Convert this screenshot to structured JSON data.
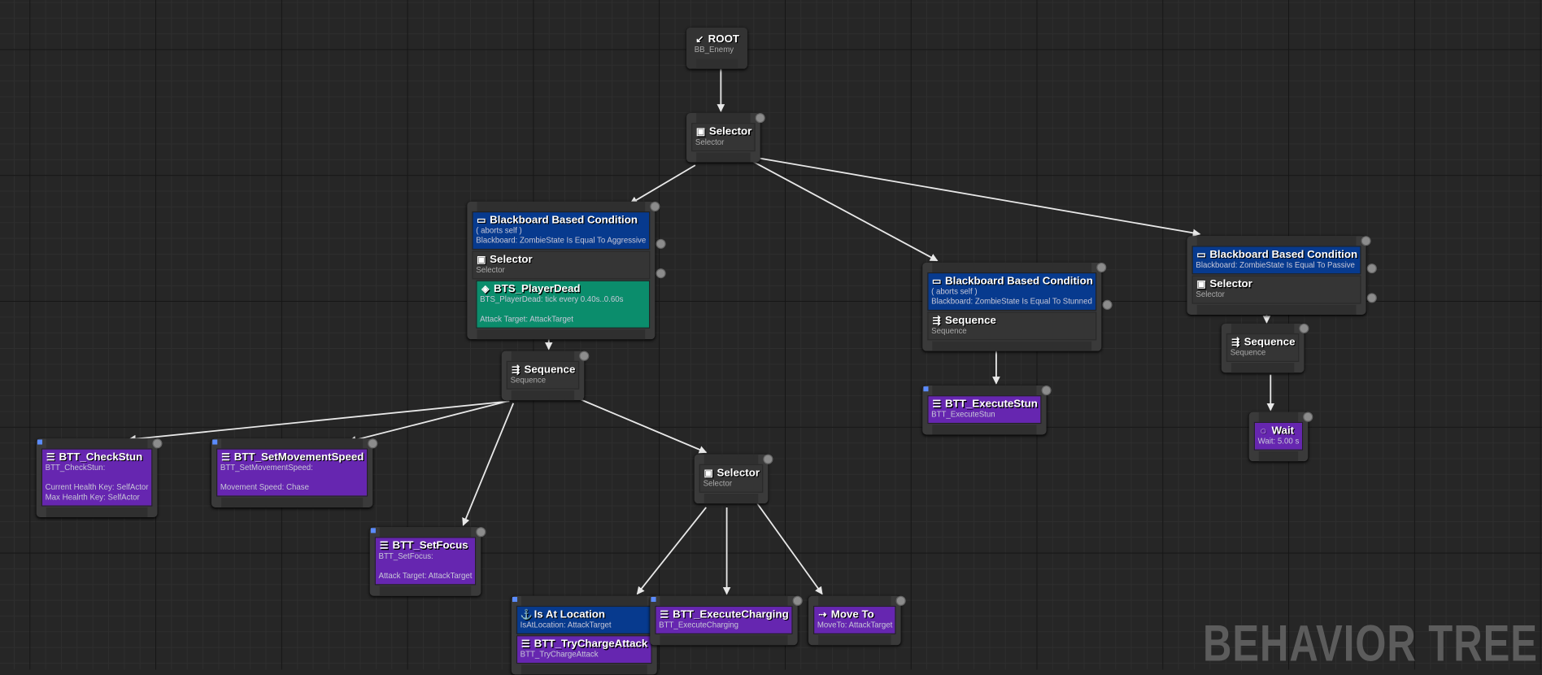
{
  "watermark": "BEHAVIOR TREE",
  "colors": {
    "decorator": "#073a8e",
    "composite": "#353535",
    "task": "#6626b0",
    "service": "#0b8d6c",
    "edge": "#e8e8e8"
  },
  "nodes": [
    {
      "id": "root",
      "sections": [
        {
          "kind": "root",
          "icon": "root-icon",
          "title": "ROOT",
          "lines": [
            "BB_Enemy"
          ]
        }
      ]
    },
    {
      "id": "selector-main",
      "sections": [
        {
          "kind": "composite",
          "icon": "selector-icon",
          "title": "Selector",
          "lines": [
            "Selector"
          ]
        }
      ]
    },
    {
      "id": "aggressive-branch",
      "sections": [
        {
          "kind": "decorator",
          "icon": "blackboard-icon",
          "title": "Blackboard Based Condition",
          "lines": [
            "( aborts self )",
            "Blackboard: ZombieState Is Equal To Aggressive"
          ]
        },
        {
          "kind": "composite",
          "icon": "selector-icon",
          "title": "Selector",
          "lines": [
            "Selector"
          ]
        },
        {
          "kind": "service",
          "icon": "service-icon",
          "title": "BTS_PlayerDead",
          "lines": [
            "BTS_PlayerDead: tick every 0.40s..0.60s",
            "",
            "Attack Target: AttackTarget"
          ]
        }
      ]
    },
    {
      "id": "sequence-left",
      "sections": [
        {
          "kind": "composite",
          "icon": "sequence-icon",
          "title": "Sequence",
          "lines": [
            "Sequence"
          ]
        }
      ]
    },
    {
      "id": "check-stun",
      "sections": [
        {
          "kind": "task",
          "icon": "task-icon",
          "title": "BTT_CheckStun",
          "lines": [
            "BTT_CheckStun:",
            "",
            "Current Health Key: SelfActor",
            "Max Healrth Key: SelfActor"
          ]
        }
      ]
    },
    {
      "id": "set-movement-speed",
      "sections": [
        {
          "kind": "task",
          "icon": "task-icon",
          "title": "BTT_SetMovementSpeed",
          "lines": [
            "BTT_SetMovementSpeed:",
            "",
            "Movement Speed: Chase"
          ]
        }
      ]
    },
    {
      "id": "set-focus",
      "sections": [
        {
          "kind": "task",
          "icon": "task-icon",
          "title": "BTT_SetFocus",
          "lines": [
            "BTT_SetFocus:",
            "",
            "Attack Target: AttackTarget"
          ]
        }
      ]
    },
    {
      "id": "selector-charge",
      "sections": [
        {
          "kind": "composite",
          "icon": "selector-icon",
          "title": "Selector",
          "lines": [
            "Selector"
          ]
        }
      ]
    },
    {
      "id": "try-charge-attack",
      "sections": [
        {
          "kind": "decorator",
          "icon": "location-icon",
          "title": "Is At Location",
          "lines": [
            "IsAtLocation: AttackTarget"
          ]
        },
        {
          "kind": "task",
          "icon": "task-icon",
          "title": "BTT_TryChargeAttack",
          "lines": [
            "BTT_TryChargeAttack"
          ]
        }
      ]
    },
    {
      "id": "execute-charging",
      "sections": [
        {
          "kind": "task",
          "icon": "task-icon",
          "title": "BTT_ExecuteCharging",
          "lines": [
            "BTT_ExecuteCharging"
          ]
        }
      ]
    },
    {
      "id": "move-to",
      "sections": [
        {
          "kind": "task",
          "icon": "move-icon",
          "title": "Move To",
          "lines": [
            "MoveTo: AttackTarget"
          ]
        }
      ]
    },
    {
      "id": "stunned-branch",
      "sections": [
        {
          "kind": "decorator",
          "icon": "blackboard-icon",
          "title": "Blackboard Based Condition",
          "lines": [
            "( aborts self )",
            "Blackboard: ZombieState Is Equal To Stunned"
          ]
        },
        {
          "kind": "composite",
          "icon": "sequence-icon",
          "title": "Sequence",
          "lines": [
            "Sequence"
          ]
        }
      ]
    },
    {
      "id": "execute-stun",
      "sections": [
        {
          "kind": "task",
          "icon": "task-icon",
          "title": "BTT_ExecuteStun",
          "lines": [
            "BTT_ExecuteStun"
          ]
        }
      ]
    },
    {
      "id": "passive-branch",
      "sections": [
        {
          "kind": "decorator",
          "icon": "blackboard-icon",
          "title": "Blackboard Based Condition",
          "lines": [
            "Blackboard: ZombieState Is Equal To Passive"
          ]
        },
        {
          "kind": "composite",
          "icon": "selector-icon",
          "title": "Selector",
          "lines": [
            "Selector"
          ]
        }
      ]
    },
    {
      "id": "sequence-right",
      "sections": [
        {
          "kind": "composite",
          "icon": "sequence-icon",
          "title": "Sequence",
          "lines": [
            "Sequence"
          ]
        }
      ]
    },
    {
      "id": "wait",
      "sections": [
        {
          "kind": "task",
          "icon": "wait-icon",
          "title": "Wait",
          "lines": [
            "Wait: 5.00 s"
          ]
        }
      ]
    }
  ]
}
